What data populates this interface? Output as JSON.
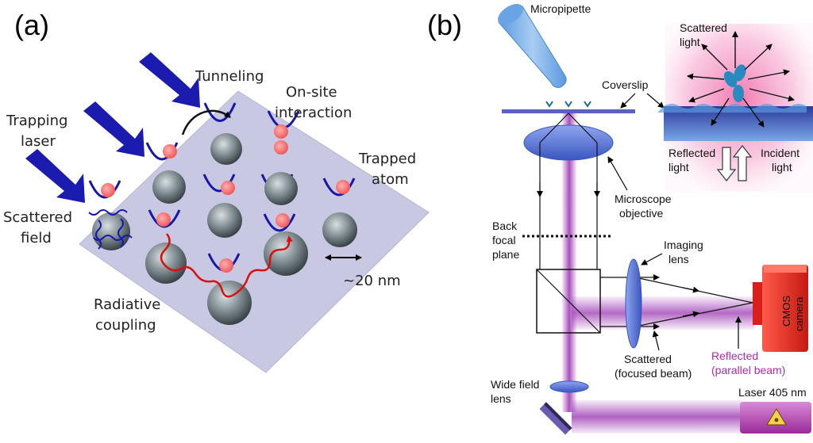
{
  "panel_a": {
    "tag": "(a)",
    "labels": {
      "tunneling": "Tunneling",
      "onsite_1": "On-site",
      "onsite_2": "interaction",
      "trapping_1": "Trapping",
      "trapping_2": "laser",
      "trapped_1": "Trapped",
      "trapped_2": "atom",
      "scattered_1": "Scattered",
      "scattered_2": "field",
      "radiative_1": "Radiative",
      "radiative_2": "coupling",
      "scale": "~20 nm"
    }
  },
  "panel_b": {
    "tag": "(b)",
    "labels": {
      "micropipette": "Micropipette",
      "coverslip": "Coverslip",
      "scattered_light_1": "Scattered",
      "scattered_light_2": "light",
      "reflected_light_1": "Reflected",
      "reflected_light_2": "light",
      "incident_light_1": "Incident",
      "incident_light_2": "light",
      "objective_1": "Microscope",
      "objective_2": "objective",
      "bfp_1": "Back",
      "bfp_2": "focal",
      "bfp_3": "plane",
      "imaging_1": "Imaging",
      "imaging_2": "lens",
      "camera_1": "CMOS",
      "camera_2": "camera",
      "scattered_beam_1": "Scattered",
      "scattered_beam_2": "(focused beam)",
      "reflected_beam_1": "Reflected",
      "reflected_beam_2": "(parallel beam)",
      "widefield_1": "Wide field",
      "widefield_2": "lens",
      "laser": "Laser 405 nm"
    },
    "colors": {
      "beam": "#a347b8",
      "reflected_text": "#b02ab0",
      "camera": "#e8281e",
      "laser_body": "#b84ab8",
      "lens": "#5a78d8",
      "pipette": "#7fb3e6"
    }
  }
}
